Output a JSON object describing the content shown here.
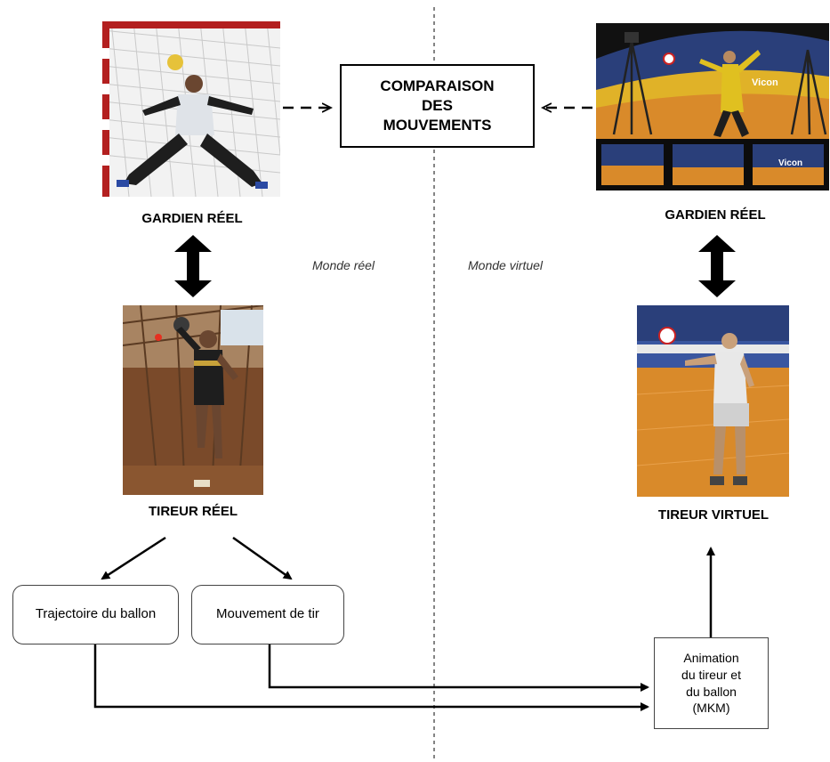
{
  "comparison": {
    "label": "COMPARAISON\nDES\nMOUVEMENTS"
  },
  "left": {
    "world_label": "Monde réel",
    "goalkeeper_caption": "GARDIEN RÉEL",
    "shooter_caption": "TIREUR RÉEL",
    "ball_trajectory_box": "Trajectoire du ballon",
    "shot_movement_box": "Mouvement de tir"
  },
  "right": {
    "world_label": "Monde virtuel",
    "goalkeeper_caption": "GARDIEN RÉEL",
    "shooter_caption": "TIREUR VIRTUEL",
    "animation_box": "Animation\ndu tireur et\ndu ballon\n(MKM)"
  },
  "colors": {
    "court_orange": "#d98a2a",
    "arena_blue": "#2a3f7a",
    "net_red": "#b32020",
    "gym_brown": "#7a4a2a"
  }
}
